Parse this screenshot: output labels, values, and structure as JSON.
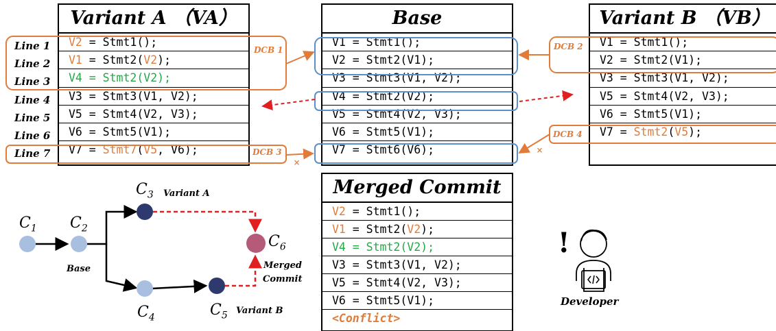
{
  "variant_a": {
    "title": "Variant A （VA）",
    "rows": [
      [
        {
          "t": "V2",
          "c": "o"
        },
        {
          "t": " = Stmt1();",
          "c": ""
        }
      ],
      [
        {
          "t": "V1",
          "c": "o"
        },
        {
          "t": " = Stmt2(",
          "c": ""
        },
        {
          "t": "V2",
          "c": "o"
        },
        {
          "t": ");",
          "c": ""
        }
      ],
      [
        {
          "t": "V4 = Stmt2(V2);",
          "c": "g"
        }
      ],
      [
        {
          "t": "V3 = Stmt3(V1, V2);",
          "c": ""
        }
      ],
      [
        {
          "t": "V5 = Stmt4(V2, V3);",
          "c": ""
        }
      ],
      [
        {
          "t": "V6 = Stmt5(V1);",
          "c": ""
        }
      ],
      [
        {
          "t": "V7 = ",
          "c": ""
        },
        {
          "t": "Stmt7",
          "c": "o"
        },
        {
          "t": "(",
          "c": ""
        },
        {
          "t": "V5",
          "c": "o"
        },
        {
          "t": ", V6);",
          "c": ""
        }
      ]
    ]
  },
  "base": {
    "title": "Base",
    "rows": [
      [
        {
          "t": "V1 = Stmt1();",
          "c": ""
        }
      ],
      [
        {
          "t": "V2 = Stmt2(V1);",
          "c": ""
        }
      ],
      [
        {
          "t": "V3 = Stmt3(V1, V2);",
          "c": ""
        }
      ],
      [
        {
          "t": "V4 = Stmt2(V2);",
          "c": ""
        }
      ],
      [
        {
          "t": "V5 = Stmt4(V2, V3);",
          "c": ""
        }
      ],
      [
        {
          "t": "V6 = Stmt5(V1);",
          "c": ""
        }
      ],
      [
        {
          "t": "V7 = Stmt6(V6);",
          "c": ""
        }
      ]
    ]
  },
  "variant_b": {
    "title": "Variant B （VB）",
    "rows": [
      [
        {
          "t": "V1 = Stmt1();",
          "c": ""
        }
      ],
      [
        {
          "t": "V2 = Stmt2(V1);",
          "c": ""
        }
      ],
      [
        {
          "t": "V3 = Stmt3(V1, V2);",
          "c": ""
        }
      ],
      [
        {
          "t": "V5 = Stmt4(V2, V3);",
          "c": ""
        }
      ],
      [
        {
          "t": "V6 = Stmt5(V1);",
          "c": ""
        }
      ],
      [
        {
          "t": "V7 = ",
          "c": ""
        },
        {
          "t": "Stmt2",
          "c": "o"
        },
        {
          "t": "(",
          "c": ""
        },
        {
          "t": "V5",
          "c": "o"
        },
        {
          "t": ");",
          "c": ""
        }
      ]
    ]
  },
  "merged": {
    "title": "Merged Commit",
    "rows": [
      [
        {
          "t": "V2",
          "c": "o"
        },
        {
          "t": " = Stmt1();",
          "c": ""
        }
      ],
      [
        {
          "t": "V1",
          "c": "o"
        },
        {
          "t": " = Stmt2(",
          "c": ""
        },
        {
          "t": "V2",
          "c": "o"
        },
        {
          "t": ");",
          "c": ""
        }
      ],
      [
        {
          "t": "V4 = Stmt2(V2);",
          "c": "g"
        }
      ],
      [
        {
          "t": "V3 = Stmt3(V1, V2);",
          "c": ""
        }
      ],
      [
        {
          "t": "V5 = Stmt4(V2, V3);",
          "c": ""
        }
      ],
      [
        {
          "t": "V6 = Stmt5(V1);",
          "c": ""
        }
      ],
      [
        {
          "t": "<Conflict>",
          "c": "conf"
        }
      ]
    ]
  },
  "line_labels": [
    "Line 1",
    "Line 2",
    "Line 3",
    "Line 4",
    "Line 5",
    "Line 6",
    "Line 7"
  ],
  "dcb": {
    "dcb1": "DCB 1",
    "dcb2": "DCB 2",
    "dcb3": "DCB 3",
    "dcb4": "DCB 4"
  },
  "cross_marks": {
    "a": "×",
    "b": "×"
  },
  "graph": {
    "c1": "C",
    "c1_sub": "1",
    "c2": "C",
    "c2_sub": "2",
    "c3": "C",
    "c3_sub": "3",
    "c4": "C",
    "c4_sub": "4",
    "c5": "C",
    "c5_sub": "5",
    "c6": "C",
    "c6_sub": "6",
    "variant_a": "Variant A",
    "variant_b": "Variant B",
    "base": "Base",
    "merged_line1": "Merged",
    "merged_line2": "Commit"
  },
  "developer": {
    "label": "Developer",
    "alert": "!"
  },
  "colors": {
    "orange": "#e07b39",
    "green": "#22a845",
    "blue": "#5b8fc9",
    "red": "#e02020",
    "light_node": "#a9bfe0",
    "dark_node": "#2e3a6e",
    "merge_node": "#b55a78"
  }
}
